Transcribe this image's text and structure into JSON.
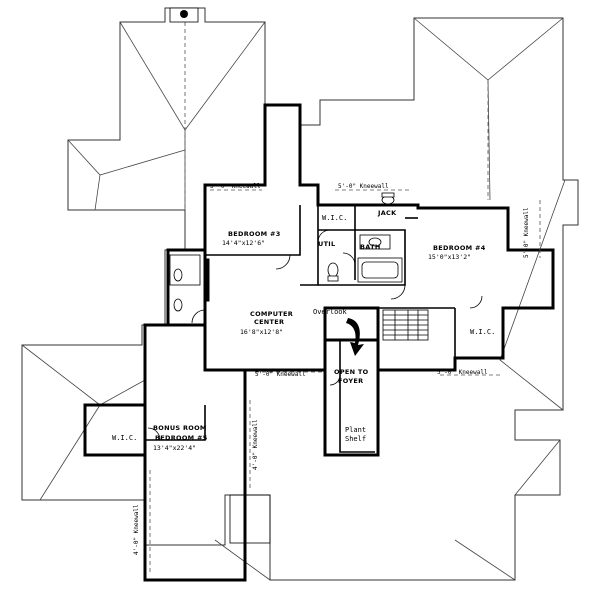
{
  "rooms": {
    "bedroom3": {
      "name": "BEDROOM #3",
      "dims": "14'4\"x12'6\""
    },
    "bedroom4": {
      "name": "BEDROOM #4",
      "dims": "15'0\"x13'2\""
    },
    "computer": {
      "name_line1": "COMPUTER",
      "name_line2": "CENTER",
      "dims": "16'8\"x12'8\""
    },
    "bonus": {
      "name_line1": "BONUS ROOM",
      "name_line2": "BEDROOM #5",
      "dims": "13'4\"x22'4\""
    },
    "bath": {
      "name": "BATH"
    },
    "util": {
      "name": "UTIL"
    },
    "jack": {
      "name": "JACK"
    },
    "wic_b3": {
      "name": "W.I.C."
    },
    "wic_b4": {
      "name": "W.I.C."
    },
    "wic_bonus": {
      "name": "W.I.C."
    },
    "open_to_foyer": {
      "line1": "OPEN TO",
      "line2": "FOYER"
    },
    "plant_shelf": {
      "line1": "Plant",
      "line2": "Shelf"
    },
    "overlook": {
      "name": "Overlook"
    }
  },
  "kneewalls": {
    "b3_top": "5'-0\" Kneewall",
    "jack_top": "5'-0\" Kneewall",
    "b4_right": "5'-0\" Kneewall",
    "computer_bottom": "5'-0\" Kneewall",
    "wic_b4_bottom": "5'-0\" Kneewall",
    "bonus_right": "4'-0\" Kneewall",
    "bonus_left": "4'-0\" Kneewall"
  }
}
